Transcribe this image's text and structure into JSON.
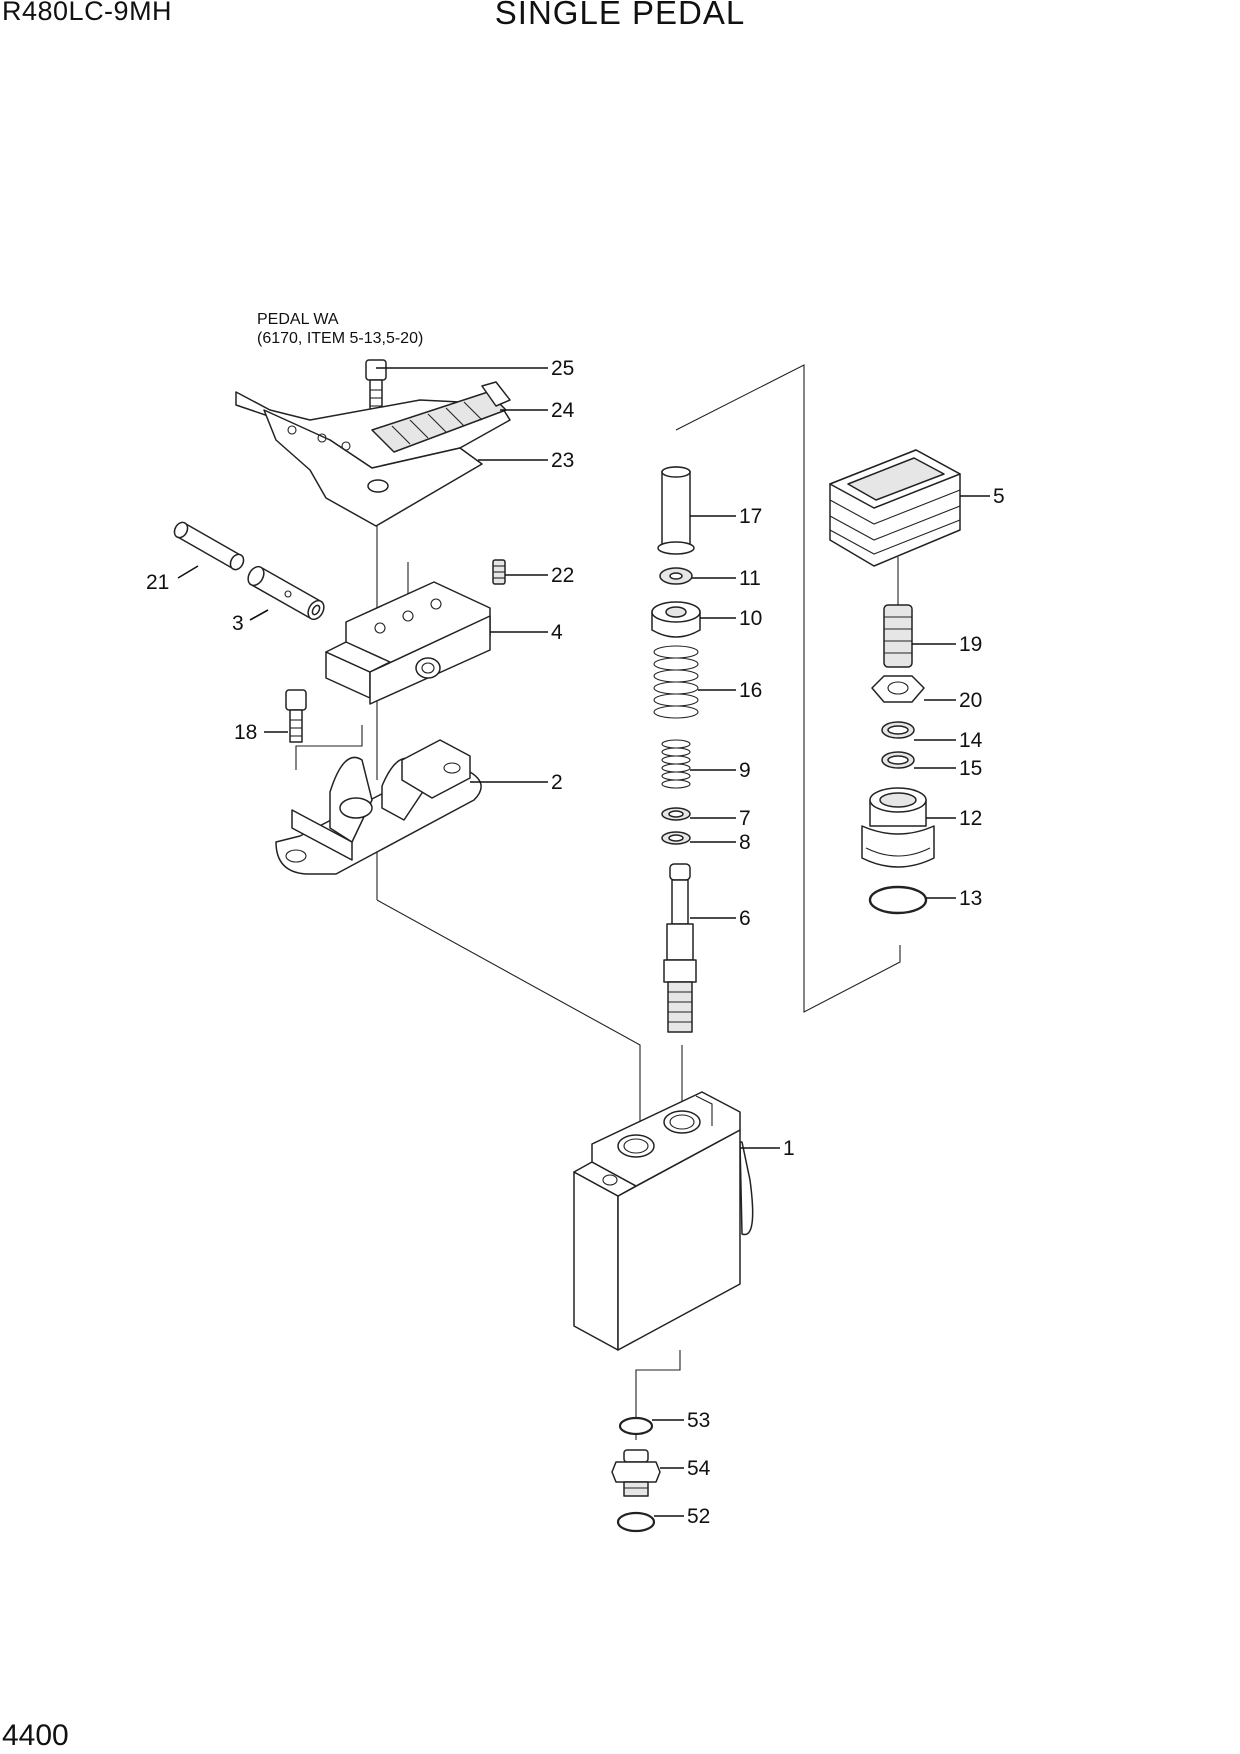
{
  "header": {
    "model": "R480LC-9MH",
    "title": "SINGLE PEDAL"
  },
  "footer": {
    "page_number": "4400"
  },
  "note": {
    "line1": "PEDAL WA",
    "line2": "(6170, ITEM 5-13,5-20)"
  },
  "callouts": {
    "c25": "25",
    "c24": "24",
    "c23": "23",
    "c21": "21",
    "c22": "22",
    "c3": "3",
    "c4": "4",
    "c18": "18",
    "c2": "2",
    "c17": "17",
    "c11": "11",
    "c10": "10",
    "c16": "16",
    "c9": "9",
    "c7": "7",
    "c8": "8",
    "c6": "6",
    "c5": "5",
    "c19": "19",
    "c20": "20",
    "c14": "14",
    "c15": "15",
    "c12": "12",
    "c13": "13",
    "c1": "1",
    "c53": "53",
    "c54": "54",
    "c52": "52"
  }
}
